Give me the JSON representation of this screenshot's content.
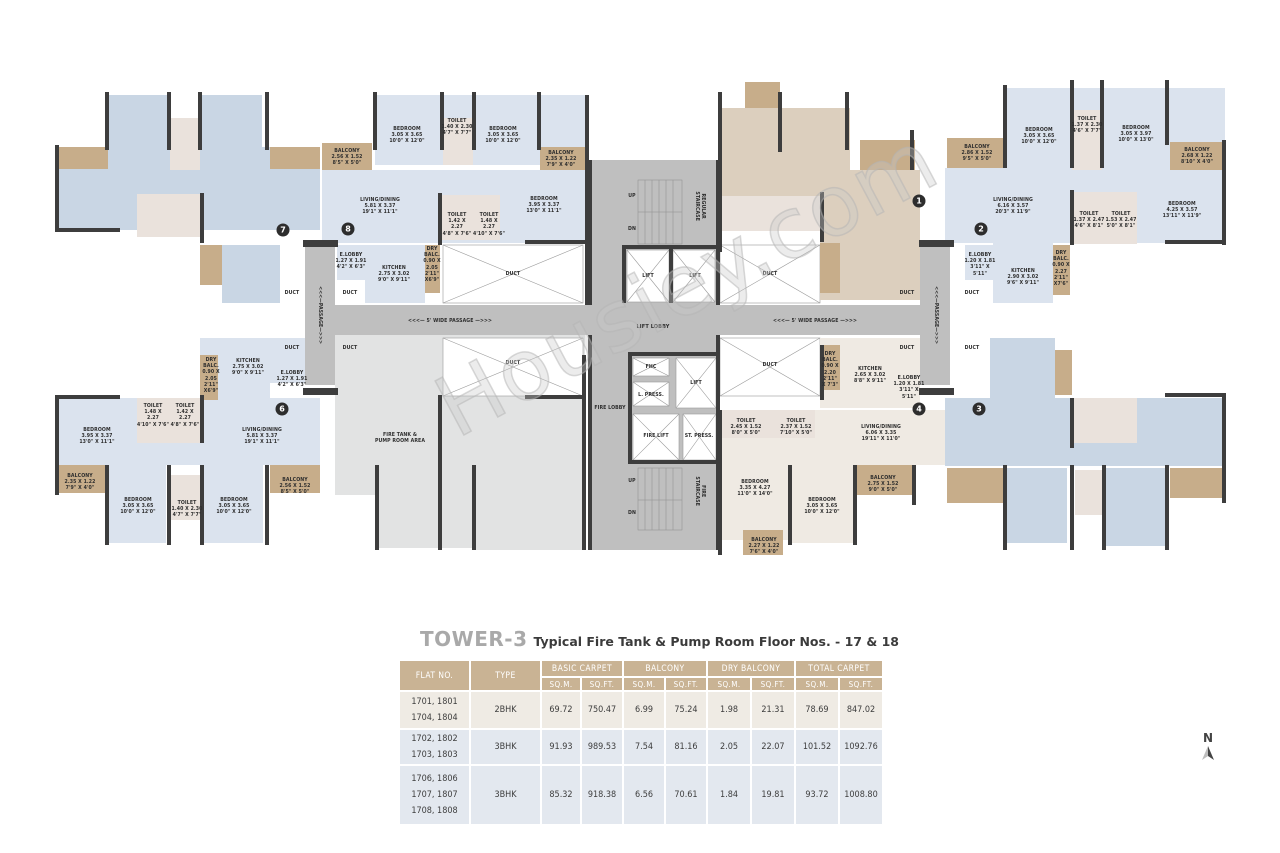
{
  "title": {
    "tower": "TOWER-3",
    "subtitle": "Typical Fire Tank & Pump Room Floor Nos. - 17 & 18"
  },
  "watermark": "Housiey.com",
  "north_label": "N",
  "colors": {
    "unit_blue": "#c9d6e4",
    "unit_blue_light": "#dbe3ee",
    "unit_beige": "#dccfbe",
    "balcony_tan": "#c7ad8a",
    "toilet_pink": "#eae2dc",
    "common_gray": "#bdbdbd",
    "wall_dark": "#3d3d3d",
    "table_header": "#c9b394",
    "row_2bhk": "#efebe4",
    "row_3bhk": "#e3e8ef"
  },
  "core": {
    "lift_lobby": "LIFT LOBBY",
    "lift": "LIFT",
    "fire_lift": "FIRE LIFT",
    "fire_lobby": "FIRE LOBBY",
    "fhc": "FHC",
    "l_press": "L. PRESS.",
    "st_press": "ST. PRESS.",
    "regular_staircase": "REGULAR\nSTAIRCASE",
    "fire_staircase": "FIRE\nSTAIRCASE",
    "up": "UP",
    "dn": "DN",
    "duct": "DUCT",
    "passage_5ft": "<<<— 5' WIDE PASSAGE —>>>",
    "passage": "<<<—PASSAGE—>>>",
    "fire_tank": "FIRE TANK &\nPUMP ROOM AREA"
  },
  "units": [
    {
      "number": "1",
      "rooms": []
    },
    {
      "number": "2",
      "rooms": [
        {
          "name": "BEDROOM",
          "dim": "3.05 X 3.65",
          "ft": "10'0\" X 12'0\""
        },
        {
          "name": "TOILET",
          "dim": "1.37 X 2.30",
          "ft": "4'6\" X 7'7\""
        },
        {
          "name": "BEDROOM",
          "dim": "3.05 X 3.97",
          "ft": "10'0\" X 13'0\""
        },
        {
          "name": "BALCONY",
          "dim": "2.86 X 1.52",
          "ft": "9'5\" X 5'0\""
        },
        {
          "name": "BALCONY",
          "dim": "2.68 X 1.22",
          "ft": "8'10\" X 4'0\""
        },
        {
          "name": "LIVING/DINING",
          "dim": "6.16 X 3.57",
          "ft": "20'3\" X 11'9\""
        },
        {
          "name": "TOILET",
          "dim": "1.37 X 2.47",
          "ft": "4'6\" X 8'1\""
        },
        {
          "name": "TOILET",
          "dim": "1.53 X 2.47",
          "ft": "5'0\" X 8'1\""
        },
        {
          "name": "BEDROOM",
          "dim": "4.25 X 3.57",
          "ft": "13'11\" X 11'9\""
        },
        {
          "name": "E.LOBBY",
          "dim": "1.20 X 1.81",
          "ft": "3'11\" X\n5'11\""
        },
        {
          "name": "KITCHEN",
          "dim": "2.90 X 3.02",
          "ft": "9'6\" X 9'11\""
        },
        {
          "name": "DRY\nBALC.",
          "dim": "0.90 X\n2.27",
          "ft": "2'11\"\nX7'6\""
        }
      ]
    },
    {
      "number": "3",
      "rooms": []
    },
    {
      "number": "4",
      "rooms": [
        {
          "name": "DRY\nBALC.",
          "dim": "0.90 X\n2.20",
          "ft": "2'11\"\nX 7'3\""
        },
        {
          "name": "KITCHEN",
          "dim": "2.65 X 3.02",
          "ft": "8'8\" X 9'11\""
        },
        {
          "name": "E.LOBBY",
          "dim": "1.20 X 1.81",
          "ft": "3'11\" X\n5'11\""
        },
        {
          "name": "TOILET",
          "dim": "2.45 X 1.52",
          "ft": "8'0\" X 5'0\""
        },
        {
          "name": "TOILET",
          "dim": "2.37 X 1.52",
          "ft": "7'10\" X 5'0\""
        },
        {
          "name": "LIVING/DINING",
          "dim": "6.06 X 3.35",
          "ft": "19'11\" X 11'0\""
        },
        {
          "name": "BEDROOM",
          "dim": "3.35 X 4.27",
          "ft": "11'0\" X 14'0\""
        },
        {
          "name": "BEDROOM",
          "dim": "3.05 X 3.65",
          "ft": "10'0\" X 12'0\""
        },
        {
          "name": "BALCONY",
          "dim": "2.75 X 1.52",
          "ft": "9'0\" X 5'0\""
        },
        {
          "name": "BALCONY",
          "dim": "2.27 X 1.22",
          "ft": "7'6\" X 4'0\""
        }
      ]
    },
    {
      "number": "6",
      "rooms": [
        {
          "name": "DRY\nBALC.",
          "dim": "0.90 X\n2.05",
          "ft": "2'11\"\nX6'9\""
        },
        {
          "name": "KITCHEN",
          "dim": "2.75 X 3.02",
          "ft": "9'0\" X 9'11\""
        },
        {
          "name": "E.LOBBY",
          "dim": "1.27 X 1.91",
          "ft": "4'2\" X 6'3\""
        },
        {
          "name": "TOILET",
          "dim": "1.48 X\n2.27",
          "ft": "4'10\" X 7'6\""
        },
        {
          "name": "TOILET",
          "dim": "1.42 X\n2.27",
          "ft": "4'8\" X 7'6\""
        },
        {
          "name": "BEDROOM",
          "dim": "3.95 X 3.37",
          "ft": "13'0\" X 11'1\""
        },
        {
          "name": "LIVING/DINING",
          "dim": "5.81 X 3.37",
          "ft": "19'1\" X 11'1\""
        },
        {
          "name": "BALCONY",
          "dim": "2.35 X 1.22",
          "ft": "7'9\" X 4'0\""
        },
        {
          "name": "BEDROOM",
          "dim": "3.05 X 3.65",
          "ft": "10'0\" X 12'0\""
        },
        {
          "name": "TOILET",
          "dim": "1.40 X 2.30",
          "ft": "4'7\" X 7'7\""
        },
        {
          "name": "BEDROOM",
          "dim": "3.05 X 3.65",
          "ft": "10'0\" X 12'0\""
        },
        {
          "name": "BALCONY",
          "dim": "2.56 X 1.52",
          "ft": "8'5\" X 5'0\""
        }
      ]
    },
    {
      "number": "7",
      "rooms": []
    },
    {
      "number": "8",
      "rooms": [
        {
          "name": "BEDROOM",
          "dim": "3.05 X 3.65",
          "ft": "10'0\" X 12'0\""
        },
        {
          "name": "TOILET",
          "dim": "1.40 X 2.30",
          "ft": "4'7\" X 7'7\""
        },
        {
          "name": "BEDROOM",
          "dim": "3.05 X 3.65",
          "ft": "10'0\" X 12'0\""
        },
        {
          "name": "BALCONY",
          "dim": "2.56 X 1.52",
          "ft": "8'5\" X 5'0\""
        },
        {
          "name": "BALCONY",
          "dim": "2.35 X 1.22",
          "ft": "7'9\" X 4'0\""
        },
        {
          "name": "LIVING/DINING",
          "dim": "5.81 X 3.37",
          "ft": "19'1\" X 11'1\""
        },
        {
          "name": "TOILET",
          "dim": "1.42 X\n2.27",
          "ft": "4'8\" X 7'6\""
        },
        {
          "name": "TOILET",
          "dim": "1.48 X\n2.27",
          "ft": "4'10\" X 7'6\""
        },
        {
          "name": "BEDROOM",
          "dim": "3.95 X 3.37",
          "ft": "13'0\" X 11'1\""
        },
        {
          "name": "E.LOBBY",
          "dim": "1.27 X 1.91",
          "ft": "4'2\" X 6'3\""
        },
        {
          "name": "KITCHEN",
          "dim": "2.75 X 3.02",
          "ft": "9'0\" X 9'11\""
        },
        {
          "name": "DRY\nBALC.",
          "dim": "0.90 X\n2.05",
          "ft": "2'11\"\nX6'9\""
        }
      ]
    }
  ],
  "table": {
    "headers": {
      "flat_no": "FLAT NO.",
      "type": "TYPE",
      "basic_carpet": "BASIC CARPET",
      "balcony": "BALCONY",
      "dry_balcony": "DRY BALCONY",
      "total_carpet": "TOTAL CARPET",
      "sqm": "SQ.M.",
      "sqft": "SQ.FT."
    },
    "rows": [
      {
        "flats": [
          "1701, 1801",
          "1704, 1804"
        ],
        "type": "2BHK",
        "basic_sqm": "69.72",
        "basic_sqft": "750.47",
        "balc_sqm": "6.99",
        "balc_sqft": "75.24",
        "dry_sqm": "1.98",
        "dry_sqft": "21.31",
        "total_sqm": "78.69",
        "total_sqft": "847.02"
      },
      {
        "flats": [
          "1702, 1802",
          "1703, 1803"
        ],
        "type": "3BHK",
        "basic_sqm": "91.93",
        "basic_sqft": "989.53",
        "balc_sqm": "7.54",
        "balc_sqft": "81.16",
        "dry_sqm": "2.05",
        "dry_sqft": "22.07",
        "total_sqm": "101.52",
        "total_sqft": "1092.76"
      },
      {
        "flats": [
          "1706, 1806",
          "1707, 1807",
          "1708, 1808"
        ],
        "type": "3BHK",
        "basic_sqm": "85.32",
        "basic_sqft": "918.38",
        "balc_sqm": "6.56",
        "balc_sqft": "70.61",
        "dry_sqm": "1.84",
        "dry_sqft": "19.81",
        "total_sqm": "93.72",
        "total_sqft": "1008.80"
      }
    ]
  }
}
